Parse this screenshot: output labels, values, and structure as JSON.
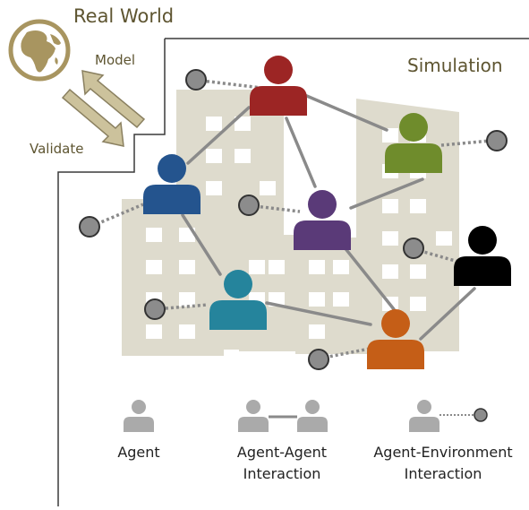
{
  "labels": {
    "real_world": "Real World",
    "simulation": "Simulation",
    "model": "Model",
    "validate": "Validate"
  },
  "legend": {
    "agent_line1": "Agent",
    "agent_agent_line1": "Agent-Agent",
    "agent_agent_line2": "Interaction",
    "agent_env_line1": "Agent-Environment",
    "agent_env_line2": "Interaction"
  },
  "colors": {
    "frame": "#3a3a3a",
    "building": "#dedbcd",
    "window": "#ffffff",
    "link": "#8a8a8a",
    "env_node": "#8c8c8c",
    "arrow": "#ccc29c",
    "globe": "#a89560",
    "legend_agent": "#aaaaaa",
    "agents": {
      "red": "#9c2524",
      "green": "#6f8c2c",
      "blue": "#24548e",
      "purple": "#5a3a78",
      "teal": "#25849c",
      "orange": "#c55e17",
      "black": "#000000"
    }
  }
}
